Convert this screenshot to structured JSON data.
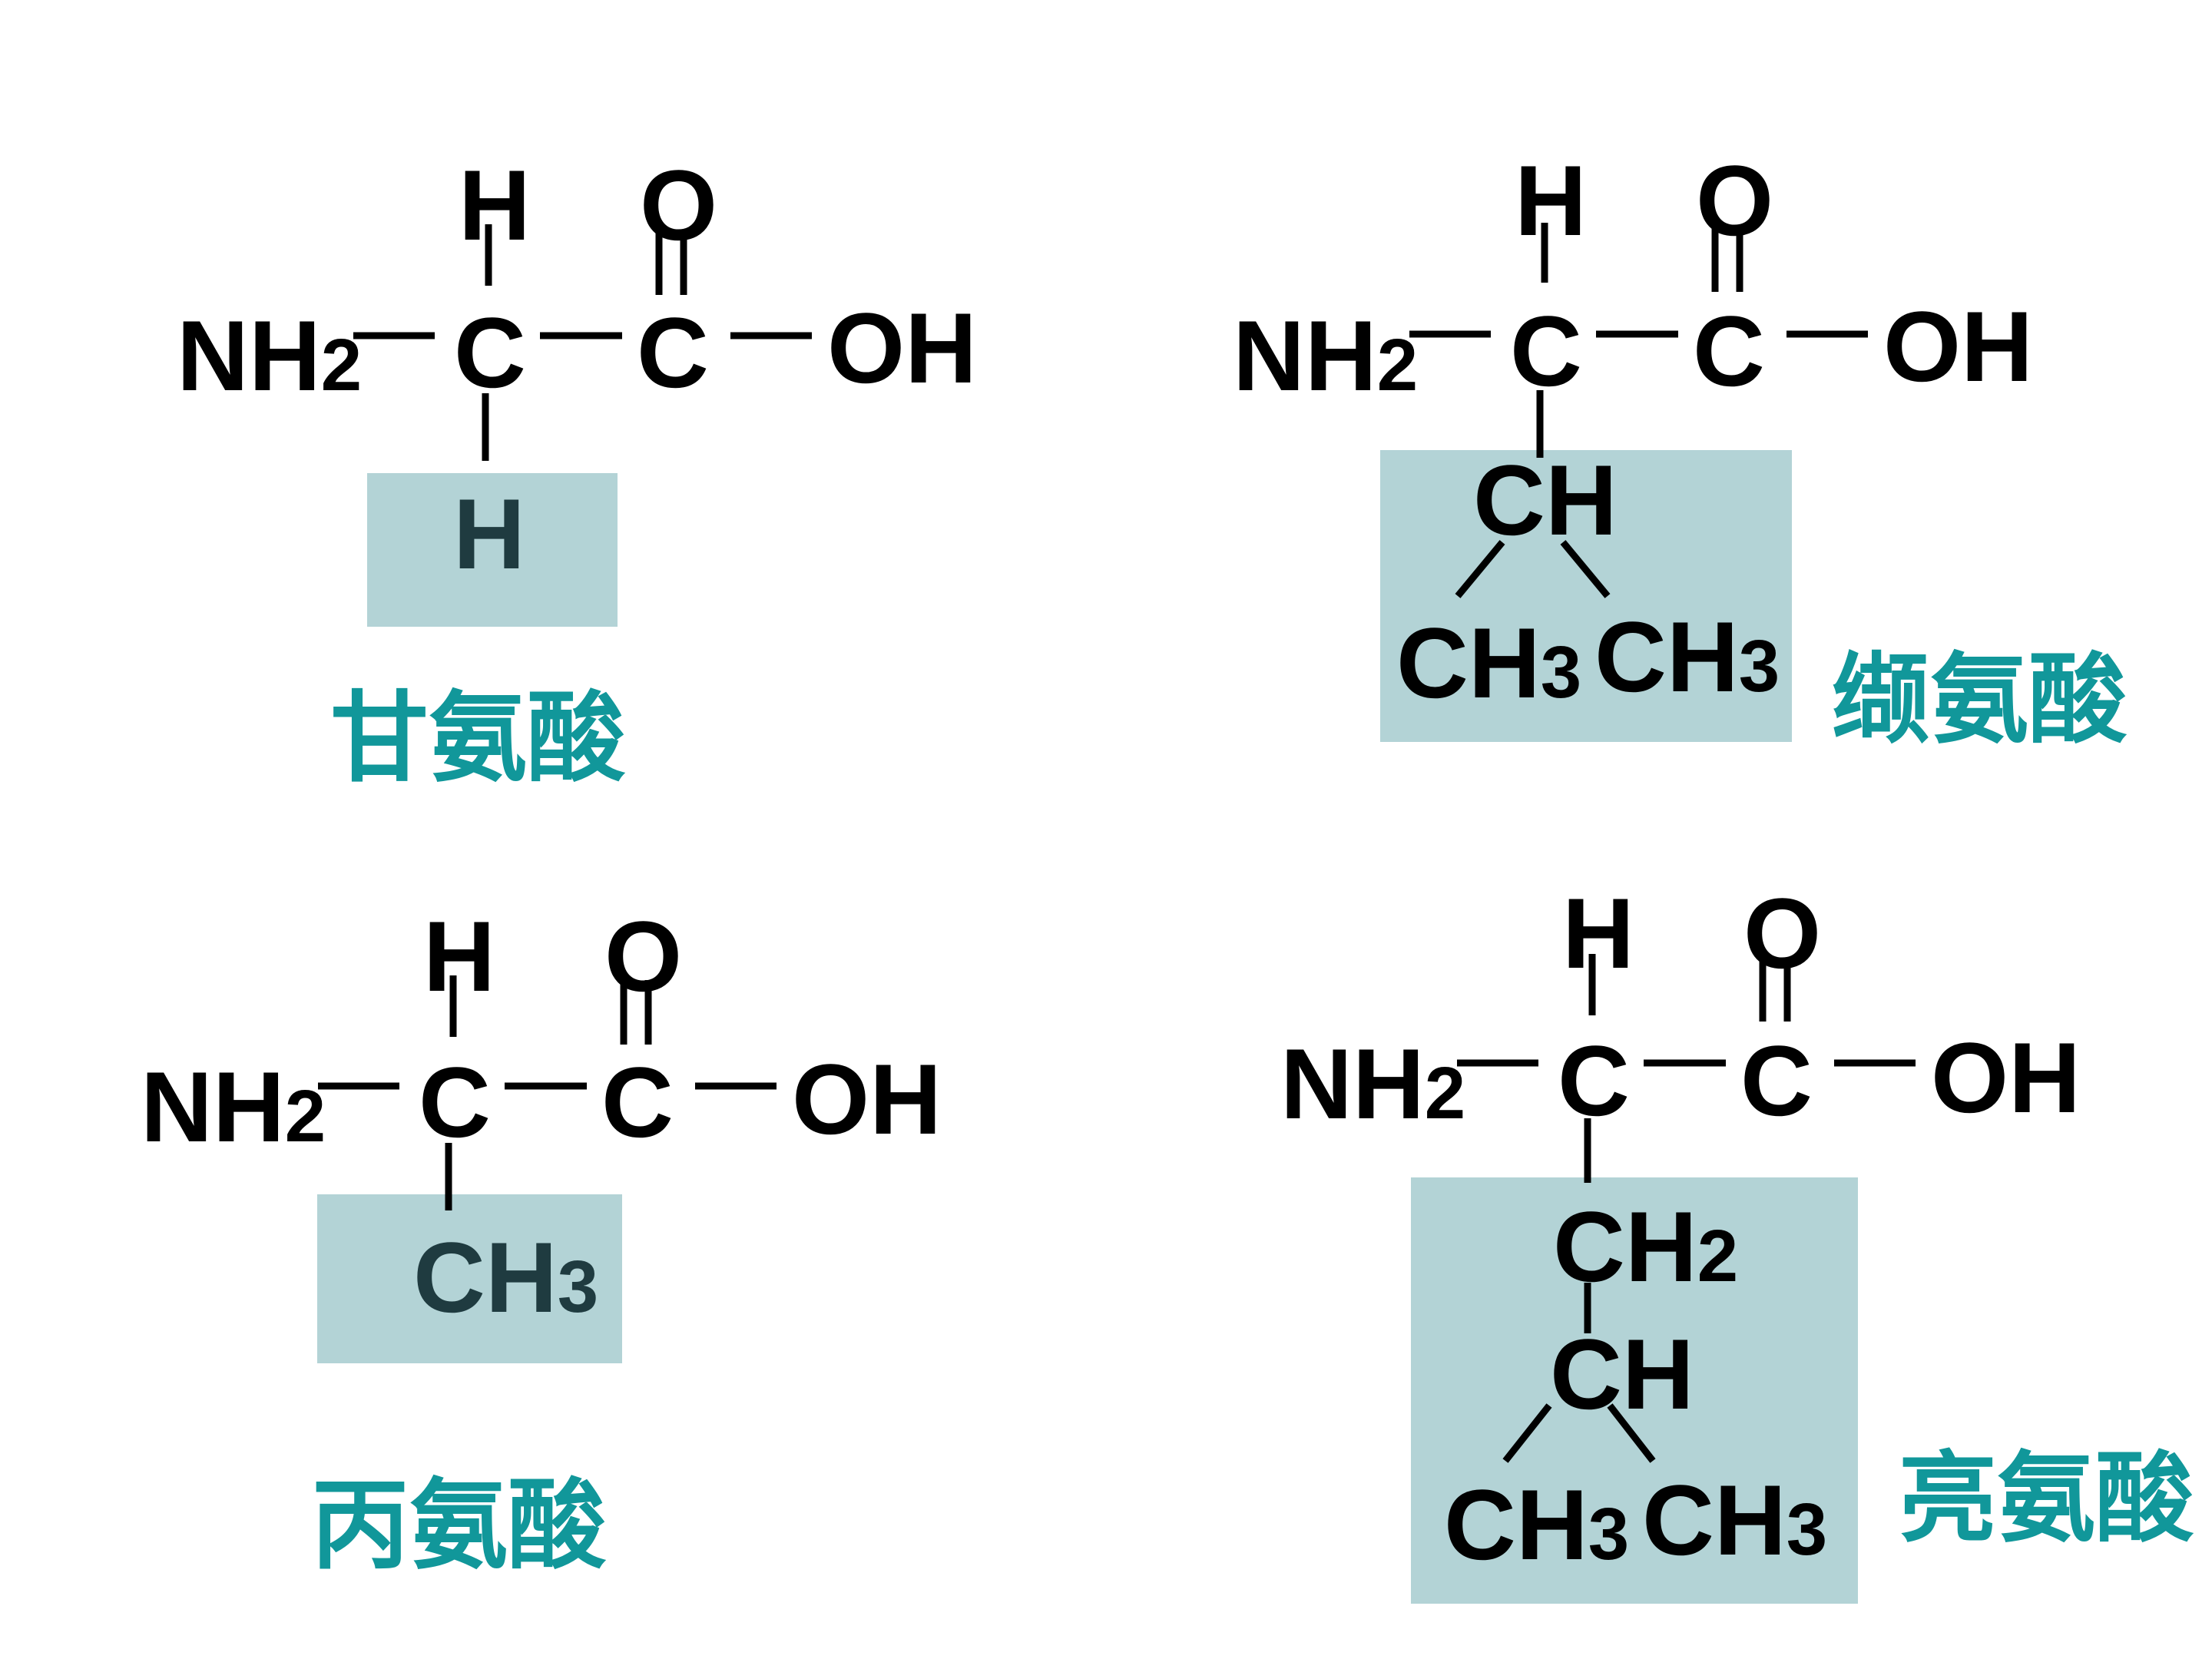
{
  "molecules": [
    {
      "name": "甘氨酸",
      "backbone": {
        "h": "H",
        "o": "O",
        "nh": "NH",
        "nh_sub": "2",
        "c": "C",
        "oh": "OH"
      },
      "side": {
        "r1": "H"
      }
    },
    {
      "name": "缬氨酸",
      "backbone": {
        "h": "H",
        "o": "O",
        "nh": "NH",
        "nh_sub": "2",
        "c": "C",
        "oh": "OH"
      },
      "side": {
        "ch": "CH",
        "ch3_left": "CH",
        "ch3_left_sub": "3",
        "ch3_right": "CH",
        "ch3_right_sub": "3"
      }
    },
    {
      "name": "丙氨酸",
      "backbone": {
        "h": "H",
        "o": "O",
        "nh": "NH",
        "nh_sub": "2",
        "c": "C",
        "oh": "OH"
      },
      "side": {
        "ch3": "CH",
        "ch3_sub": "3"
      }
    },
    {
      "name": "亮氨酸",
      "backbone": {
        "h": "H",
        "o": "O",
        "nh": "NH",
        "nh_sub": "2",
        "c": "C",
        "oh": "OH"
      },
      "side": {
        "ch2": "CH",
        "ch2_sub": "2",
        "ch": "CH",
        "ch3_left": "CH",
        "ch3_left_sub": "3",
        "ch3_right": "CH",
        "ch3_right_sub": "3"
      }
    }
  ],
  "colors": {
    "background": "#ffffff",
    "side_chain_box": "#b3d3d6",
    "name_label": "#11979a",
    "bond_and_atoms": "#000000"
  }
}
